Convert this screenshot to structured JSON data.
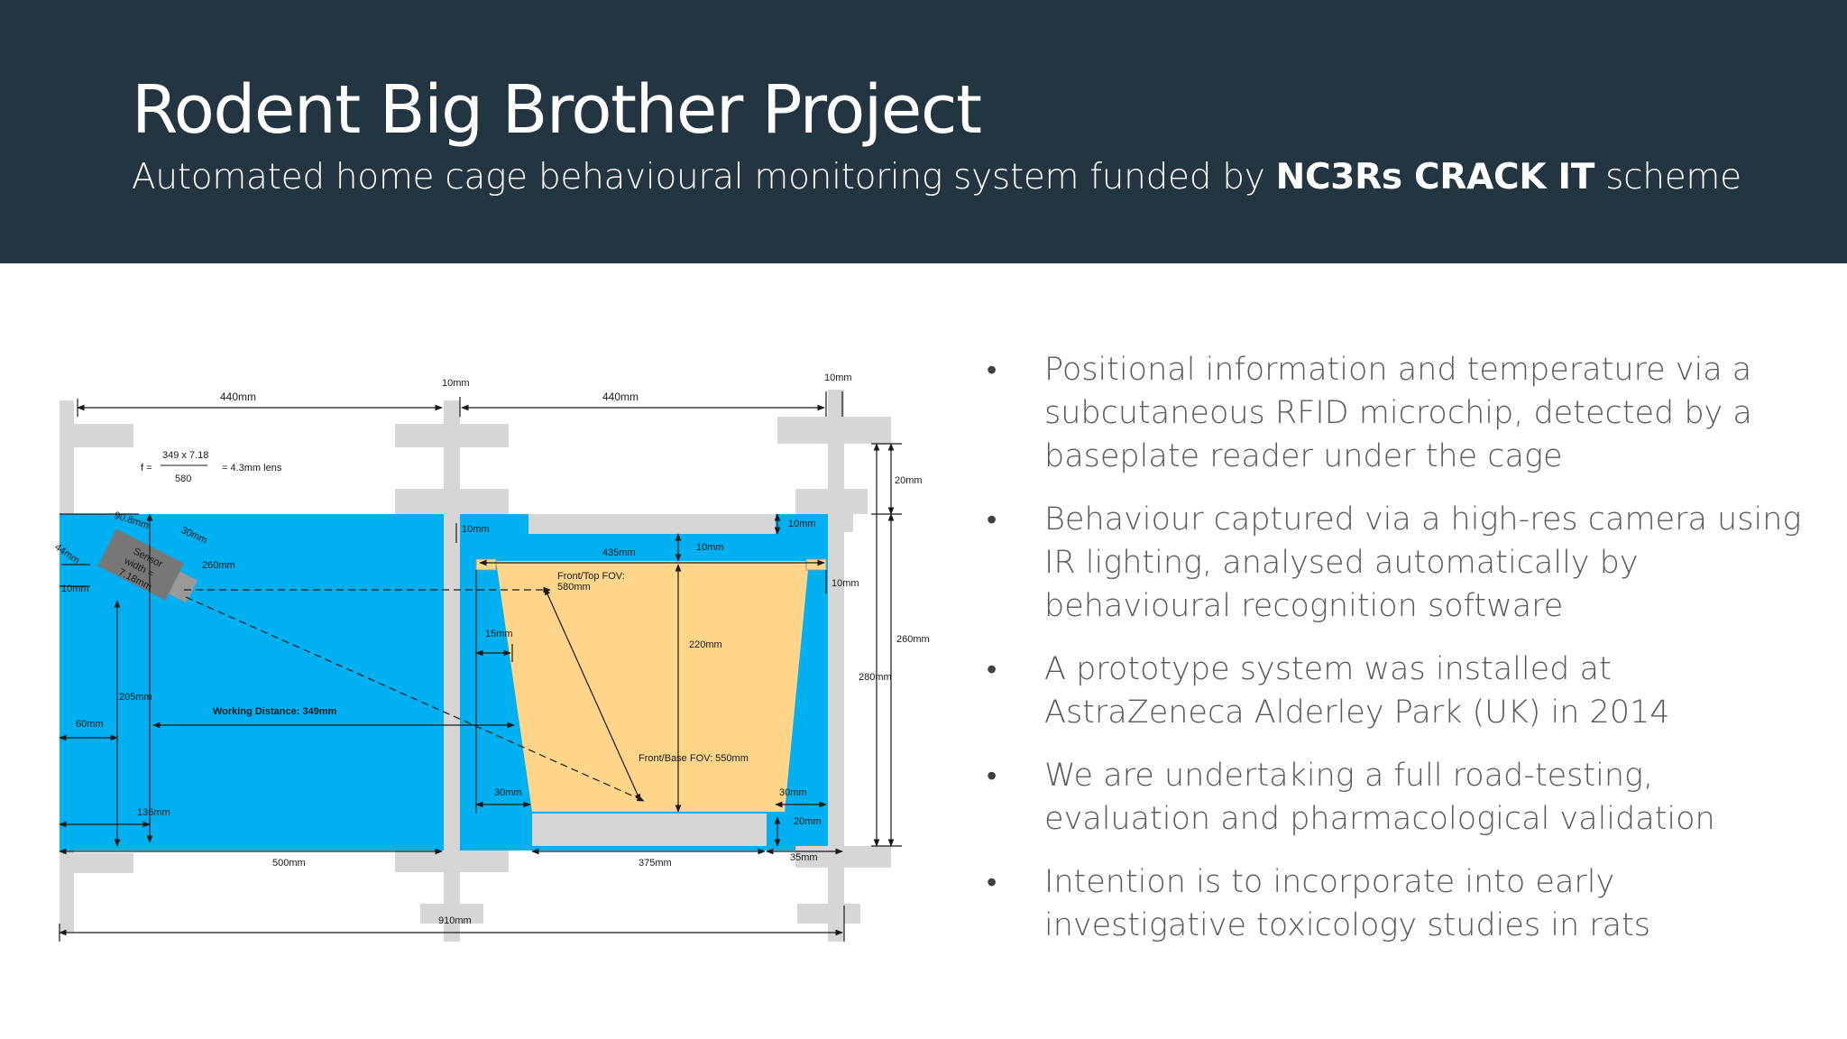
{
  "header": {
    "title": "Rodent Big Brother Project",
    "subtitle_pre": "Automated home cage behavioural monitoring system funded by ",
    "subtitle_bold": "NC3Rs CRACK IT",
    "subtitle_post": " scheme"
  },
  "bullets": [
    "Positional information and temperature via a subcutaneous RFID microchip, detected by a baseplate reader under the cage",
    "Behaviour captured via a high-res camera using IR lighting, analysed automatically by behavioural recognition software",
    "A prototype system was installed at AstraZeneca Alderley Park (UK) in 2014",
    "We are undertaking a full road-testing, evaluation and pharmacological validation",
    "Intention is to incorporate into early investigative toxicology studies in rats"
  ],
  "bullet_symbol": "•",
  "diagram": {
    "labels": {
      "dim_top_left": "440mm",
      "dim_top_mid_gap": "10mm",
      "dim_top_right": "440mm",
      "dim_top_right_gap": "10mm",
      "formula_f": "f =",
      "formula_num": "349 x 7.18",
      "formula_den": "580",
      "formula_result": "= 4.3mm lens",
      "dim_20mm": "20mm",
      "dim_90mm": "90.8mm",
      "dim_30mm_cam": "30mm",
      "dim_44mm": "44mm",
      "sensor_1": "Sensor",
      "sensor_2": "width =",
      "sensor_3": "7.18mm",
      "dim_260_cam": "260mm",
      "dim_10mm_cam": "10mm",
      "dim_10mm_pillar": "10mm",
      "dim_435mm": "435mm",
      "dim_10mm_top_inner": "10mm",
      "dim_10mm_top_right": "10mm",
      "dim_10mm_right": "10mm",
      "front_top_1": "Front/Top FOV:",
      "front_top_2": "580mm",
      "dim_15mm": "15mm",
      "dim_220mm": "220mm",
      "dim_260mm_right": "260mm",
      "dim_280mm": "280mm",
      "dim_205mm": "205mm",
      "working_distance": "Working Distance: 349mm",
      "dim_60mm": "60mm",
      "front_base": "Front/Base FOV: 550mm",
      "dim_30mm_left": "30mm",
      "dim_30mm_right": "30mm",
      "dim_20mm_bottom": "20mm",
      "dim_136mm": "136mm",
      "dim_500mm": "500mm",
      "dim_375mm": "375mm",
      "dim_35mm": "35mm",
      "dim_910mm": "910mm"
    },
    "colors": {
      "water": "#00b0f0",
      "fov": "#ffd58a",
      "frame": "#d6d6d8",
      "camera": "#777777"
    }
  }
}
